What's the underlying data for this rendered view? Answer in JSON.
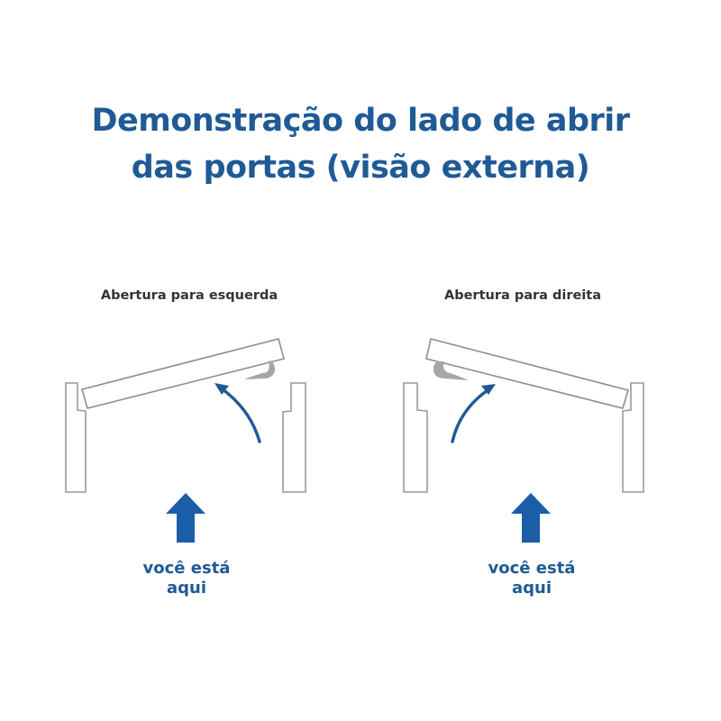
{
  "title": {
    "line1": "Demonstração do lado de abrir",
    "line2": "das portas (visão externa)"
  },
  "panels": [
    {
      "label": "Abertura para esquerda",
      "you_are_here": {
        "line1": "você está",
        "line2": "aqui"
      },
      "icons": [
        "door-frame-left",
        "door-frame-right",
        "door-leaf",
        "door-closer",
        "opening-arrow",
        "up-arrow"
      ]
    },
    {
      "label": "Abertura para direita",
      "you_are_here": {
        "line1": "você está",
        "line2": "aqui"
      },
      "icons": [
        "door-frame-left",
        "door-frame-right",
        "door-leaf",
        "door-closer",
        "opening-arrow",
        "up-arrow"
      ]
    }
  ],
  "colors": {
    "accent": "#1f5a96",
    "arrow_fill": "#1b5ea8",
    "outline": "#9a9a9a",
    "closer": "#a6a6a6",
    "label_text": "#333333"
  }
}
